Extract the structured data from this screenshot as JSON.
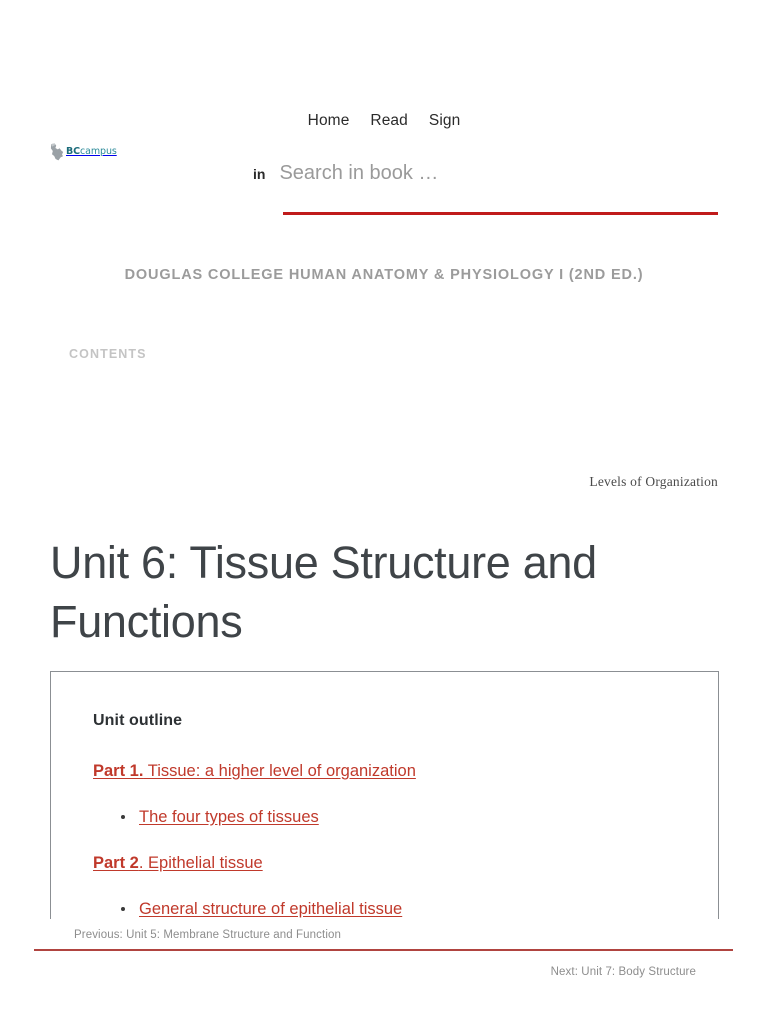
{
  "header": {
    "logo": {
      "name": "BCcampus",
      "bold_part": "BC",
      "light_part": "campus",
      "map_color": "#8d9499",
      "text_color_bold": "#1b6b7a",
      "text_color_light": "#2b8a99"
    },
    "nav": [
      {
        "label": "Home",
        "name": "nav-home"
      },
      {
        "label": "Read",
        "name": "nav-read"
      },
      {
        "label": "Sign",
        "name": "nav-sign"
      }
    ],
    "search": {
      "scope_label": "in",
      "placeholder": "Search in book …",
      "value": "",
      "underline_color": "#c01b1b"
    }
  },
  "book": {
    "title": "DOUGLAS COLLEGE HUMAN ANATOMY & PHYSIOLOGY I (2ND ED.)",
    "contents_toggle": "CONTENTS"
  },
  "chapter": {
    "part_label": "Levels of Organization",
    "title": "Unit 6: Tissue Structure and Functions"
  },
  "outline": {
    "heading": "Unit outline",
    "link_color": "#c0392b",
    "items": [
      {
        "type": "part",
        "number": "Part 1.",
        "text": " Tissue: a higher level of organization"
      },
      {
        "type": "sublist",
        "links": [
          "The four types of tissues"
        ]
      },
      {
        "type": "part",
        "number": "Part 2",
        "text": ". Epithelial tissue"
      },
      {
        "type": "sublist",
        "links": [
          "General structure of epithelial tissue"
        ]
      }
    ]
  },
  "footer": {
    "previous": "Previous: Unit 5: Membrane Structure and Function",
    "next": "Next: Unit 7: Body Structure",
    "rule_color": "#b04440"
  }
}
